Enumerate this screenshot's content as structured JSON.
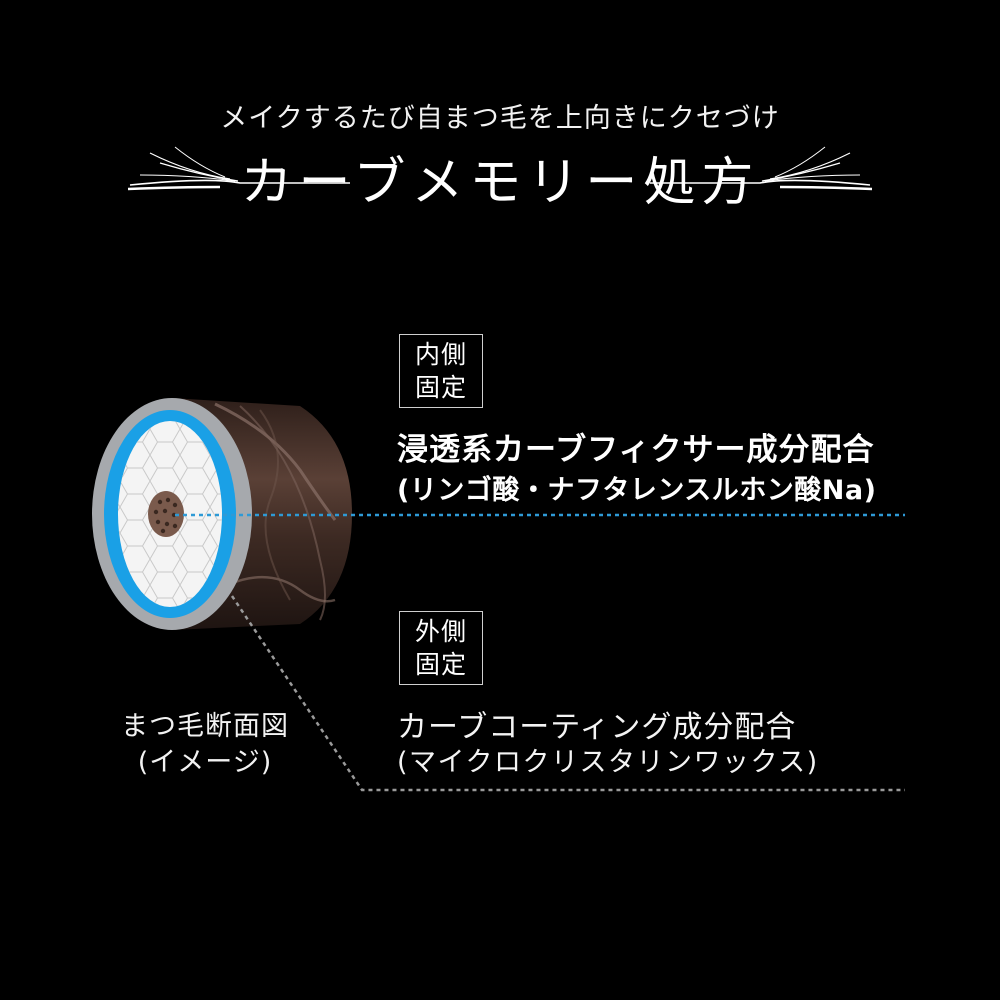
{
  "header": {
    "subtitle": "メイクするたび自まつ毛を上向きにクセづけ",
    "title": "カーブメモリー処方"
  },
  "inner": {
    "tag_line1": "内側",
    "tag_line2": "固定",
    "name": "浸透系カーブフィクサー成分配合",
    "sub": "(リンゴ酸・ナフタレンスルホン酸Na)"
  },
  "outer": {
    "tag_line1": "外側",
    "tag_line2": "固定",
    "name": "カーブコーティング成分配合",
    "sub": "(マイクロクリスタリンワックス)"
  },
  "cross_section": {
    "label_line1": "まつ毛断面図",
    "label_line2": "(イメージ)"
  },
  "colors": {
    "background": "#000000",
    "inner_line": "#2e9ad6",
    "outer_line": "#9a9a9a",
    "ring_blue": "#1aa0e6",
    "shaft_brown": "#4a342c"
  }
}
